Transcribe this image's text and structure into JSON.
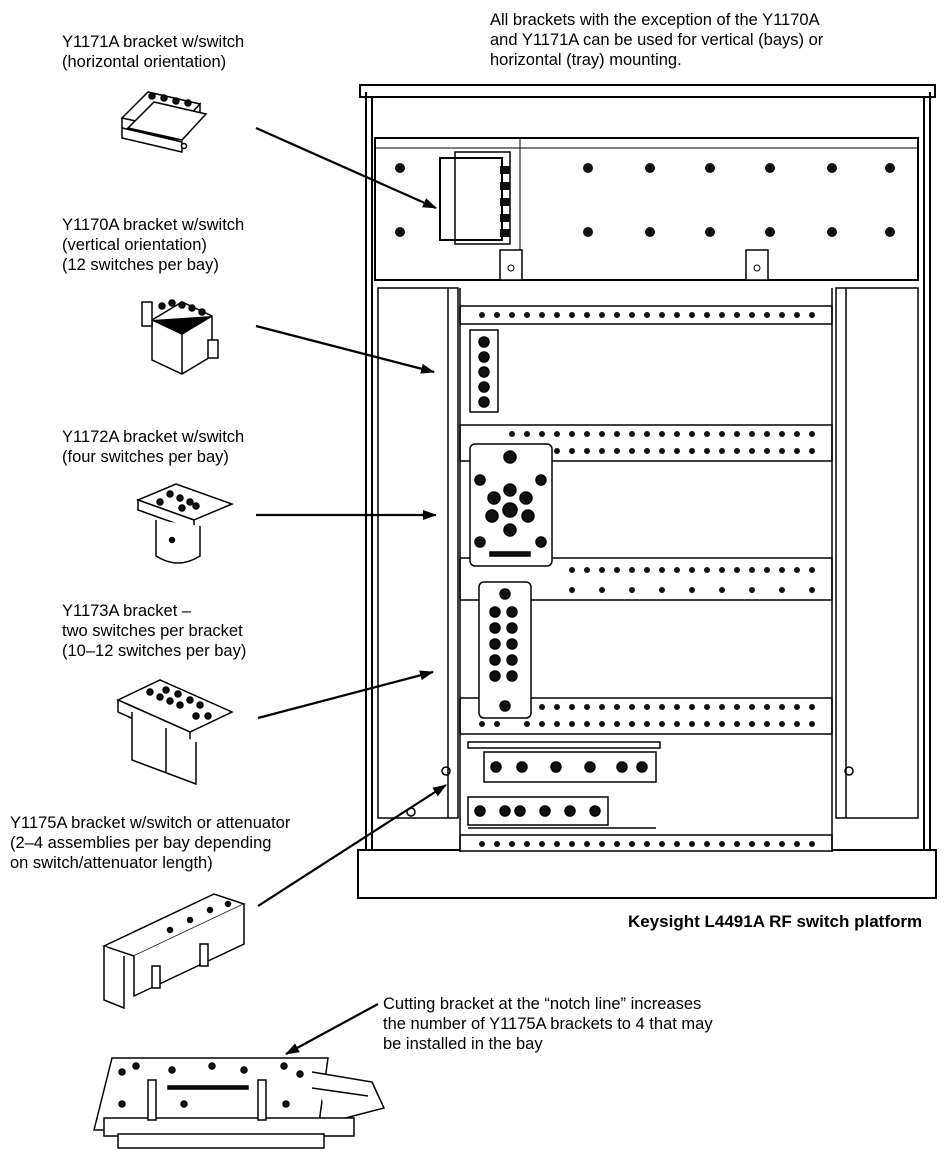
{
  "header_note": {
    "lines": [
      "All brackets with the exception of the Y1170A",
      "and Y1171A can be used for vertical (bays) or",
      "horizontal (tray) mounting."
    ]
  },
  "callouts": [
    {
      "lines": [
        "Y1171A bracket w/switch",
        "(horizontal orientation)"
      ]
    },
    {
      "lines": [
        "Y1170A bracket w/switch",
        "(vertical orientation)",
        "(12 switches per bay)"
      ]
    },
    {
      "lines": [
        "Y1172A bracket w/switch",
        "(four switches per bay)"
      ]
    },
    {
      "lines": [
        "Y1173A bracket –",
        "two switches per bracket",
        "(10–12 switches per bay)"
      ]
    },
    {
      "lines": [
        "Y1175A bracket w/switch or attenuator",
        "(2–4 assemblies per bay depending",
        "on switch/attenuator length)"
      ]
    }
  ],
  "platform_caption": "Keysight L4491A RF switch platform",
  "notch_note": {
    "lines": [
      "Cutting bracket at the “notch line” increases",
      "the number of Y1175A brackets to 4 that may",
      "be installed in the bay"
    ]
  }
}
